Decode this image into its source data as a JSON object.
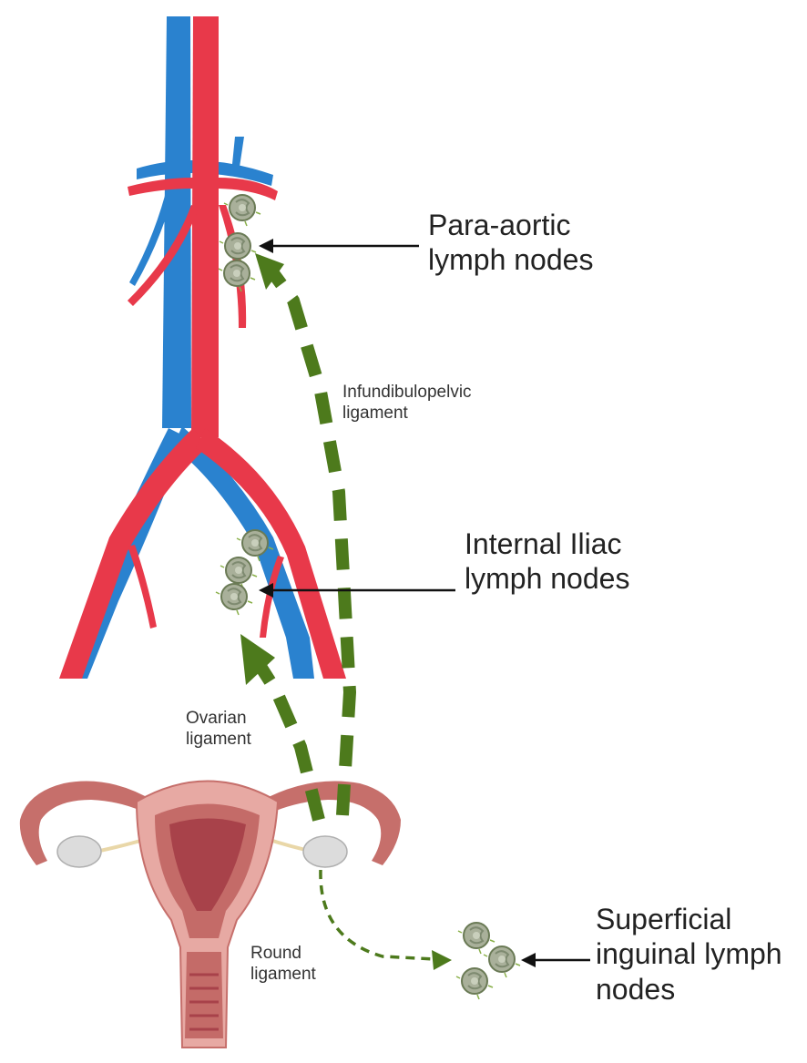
{
  "labels": {
    "para_aortic": [
      "Para-aortic",
      "lymph nodes"
    ],
    "internal_iliac": [
      "Internal Iliac",
      "lymph nodes"
    ],
    "superficial_inguinal": [
      "Superficial",
      "inguinal lymph",
      "nodes"
    ],
    "infundibulopelvic": [
      "Infundibulopelvic",
      "ligament"
    ],
    "ovarian": [
      "Ovarian",
      "ligament"
    ],
    "round": [
      "Round",
      "ligament"
    ]
  },
  "colors": {
    "artery": "#e8394a",
    "vein": "#2a82cf",
    "pathway": "#4d7a1c",
    "lymph_node": "#a9b09a",
    "uterus_outer": "#e7a9a3",
    "uterus_inner": "#a8424a",
    "ovary": "#dcdcdc"
  }
}
